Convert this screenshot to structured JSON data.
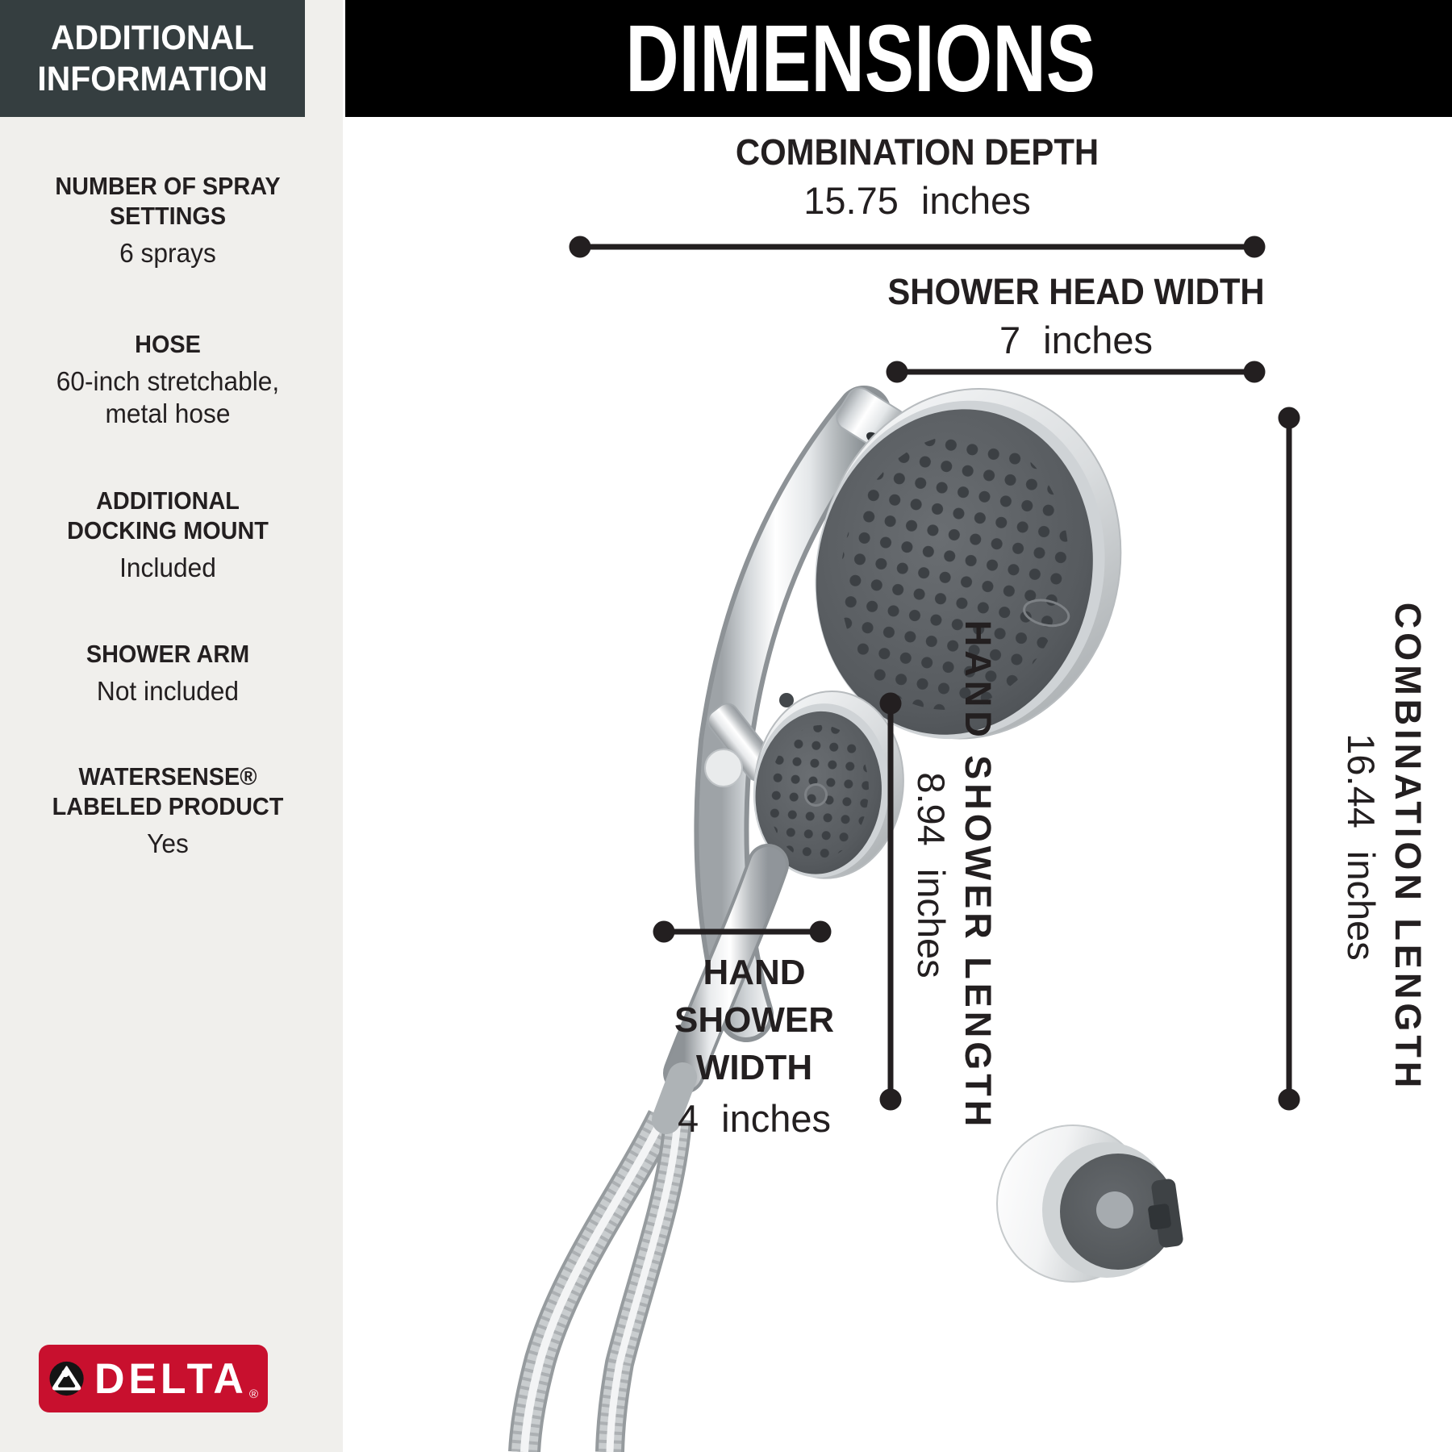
{
  "sidebar": {
    "header_title": "ADDITIONAL INFORMATION",
    "items": [
      {
        "label": "NUMBER OF SPRAY SETTINGS",
        "value": "6 sprays"
      },
      {
        "label": "HOSE",
        "value": "60-inch stretchable, metal hose"
      },
      {
        "label": "ADDITIONAL DOCKING MOUNT",
        "value": "Included"
      },
      {
        "label": "SHOWER ARM",
        "value": "Not included"
      },
      {
        "label": "WATERSENSE® LABELED PRODUCT",
        "value": "Yes"
      }
    ],
    "logo_text": "DELTA",
    "logo_registered": "®"
  },
  "banner": {
    "title": "DIMENSIONS"
  },
  "callouts": {
    "combination_depth": {
      "name": "COMBINATION DEPTH",
      "value": "15.75",
      "unit": "inches"
    },
    "shower_head_width": {
      "name": "SHOWER HEAD WIDTH",
      "value": "7",
      "unit": "inches"
    },
    "combination_length": {
      "name": "COMBINATION LENGTH",
      "value": "16.44",
      "unit": "inches"
    },
    "hand_shower_length": {
      "name": "HAND SHOWER LENGTH",
      "value": "8.94",
      "unit": "inches"
    },
    "hand_shower_width": {
      "name": "HAND SHOWER WIDTH",
      "value": "4",
      "unit": "inches"
    }
  },
  "colors": {
    "delta_red": "#C8102E",
    "header_dark": "#353E40",
    "banner_black": "#000000",
    "sidebar_bg": "#F0EFEC",
    "ink": "#231F20"
  }
}
